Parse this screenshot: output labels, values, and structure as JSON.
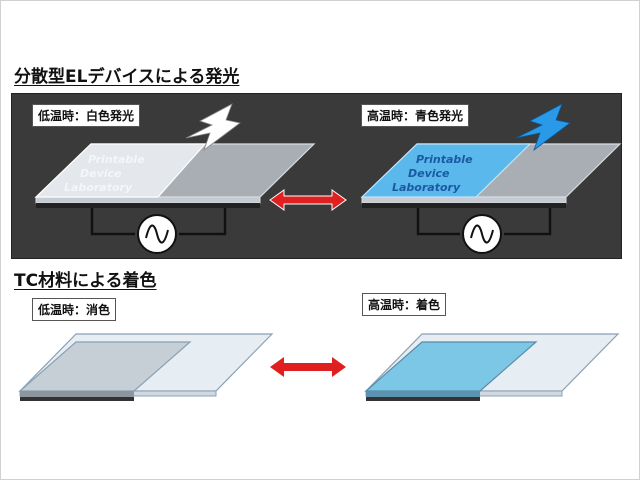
{
  "section1": {
    "title": "分散型ELデバイスによる発光",
    "left_label": "低温時：白色発光",
    "right_label": "高温時：青色発光",
    "left_device_text": [
      "Printable",
      "Device",
      "Laboratory"
    ],
    "right_device_text": [
      "Printable",
      "Device",
      "Laboratory"
    ],
    "colors": {
      "panel": "#3a3a3a",
      "white_emission": "#e8ecf0",
      "blue_emission": "#55b8f0",
      "arrow": "#e02020"
    }
  },
  "section2": {
    "title": "TC材料による着色",
    "left_label": "低温時：消色",
    "right_label": "高温時：着色",
    "colors": {
      "decolored": "#c8d0d8",
      "colored": "#7cc8e8",
      "arrow": "#e02020"
    }
  }
}
